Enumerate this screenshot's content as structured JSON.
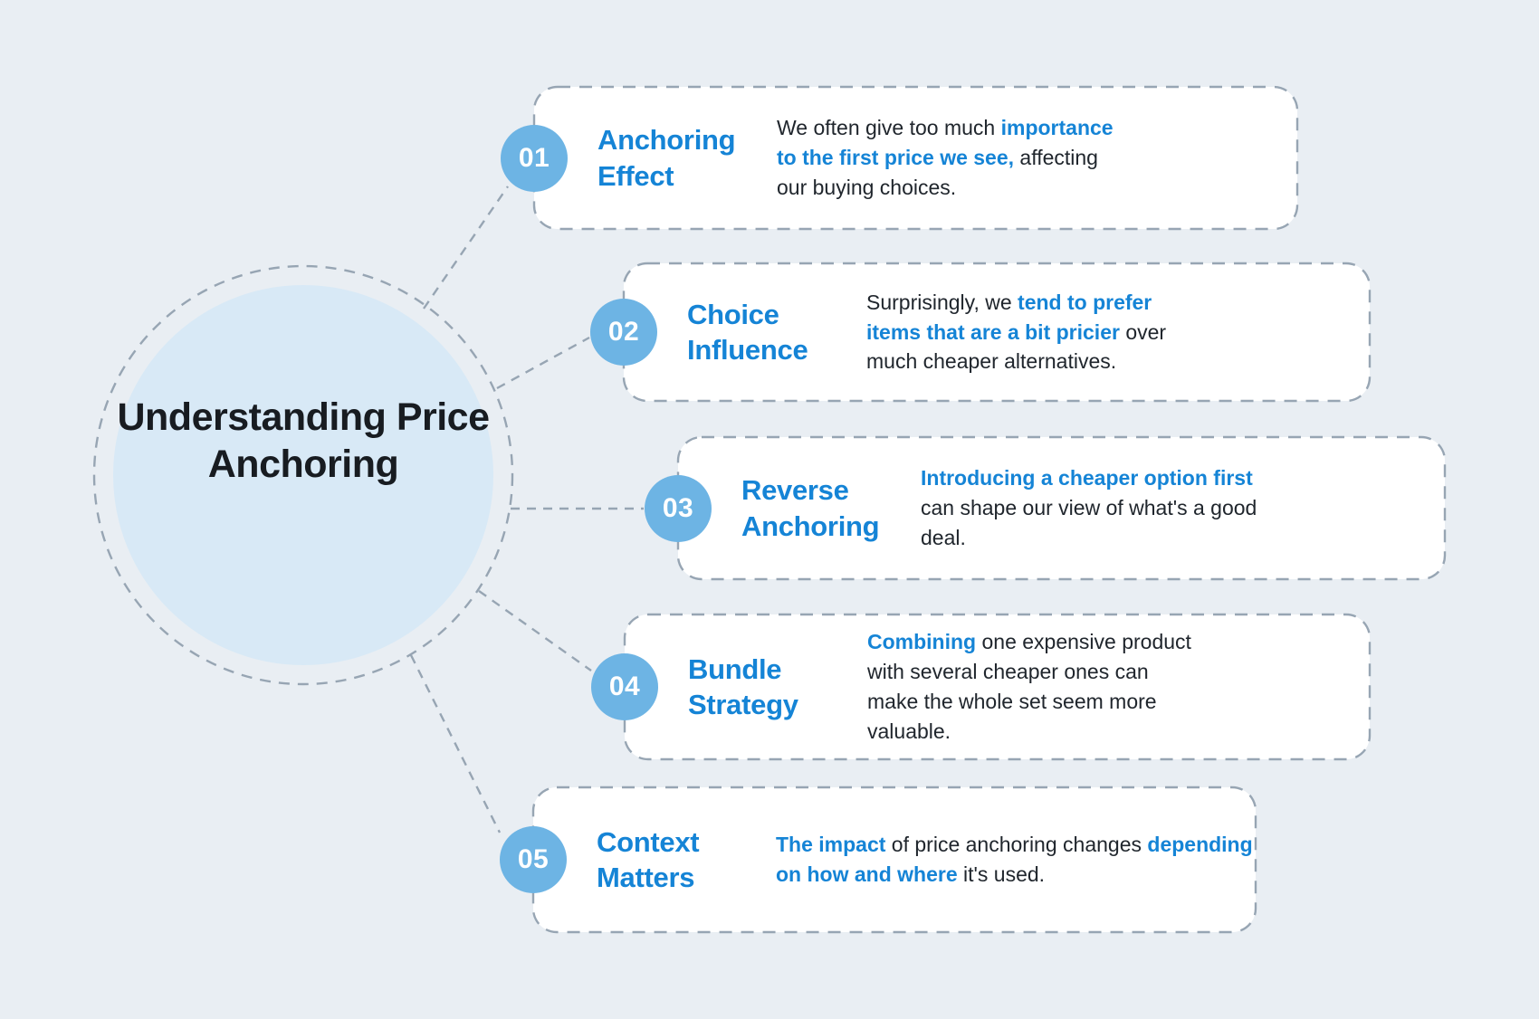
{
  "center_circle": {
    "title": "Understanding Price Anchoring"
  },
  "cards": [
    {
      "number": "01",
      "title": "Anchoring Effect",
      "description": [
        {
          "text": "We often give too much "
        },
        {
          "text": "importance to the first price we see,",
          "bold": true
        },
        {
          "text": " affecting our buying choices."
        }
      ]
    },
    {
      "number": "02",
      "title": "Choice Influence",
      "description": [
        {
          "text": "Surprisingly, we "
        },
        {
          "text": "tend to prefer items that are a bit pricier",
          "bold": true
        },
        {
          "text": " over much cheaper alternatives."
        }
      ]
    },
    {
      "number": "03",
      "title": "Reverse Anchoring",
      "description": [
        {
          "text": "Introducing a cheaper option first",
          "bold": true
        },
        {
          "text": " can shape our view of what's a good deal."
        }
      ]
    },
    {
      "number": "04",
      "title": "Bundle Strategy",
      "description": [
        {
          "text": "Combining",
          "bold": true
        },
        {
          "text": " one expensive product with several cheaper ones can make the whole set seem more valuable."
        }
      ]
    },
    {
      "number": "05",
      "title": "Context Matters",
      "description": [
        {
          "text": "The impact",
          "bold": true
        },
        {
          "text": " of price anchoring changes "
        },
        {
          "text": "depending on how and where",
          "bold": true
        },
        {
          "text": " it's used."
        }
      ]
    }
  ],
  "colors": {
    "background": "#e9eef3",
    "circle_fill": "#d8e9f6",
    "dashed_stroke": "#97a5b3",
    "card_background": "#ffffff",
    "badge_background": "#6db4e4",
    "badge_text": "#ffffff",
    "title_blue": "#1584d6",
    "highlight_blue": "#1584d6",
    "body_text": "#20262d",
    "center_text": "#181c21"
  }
}
